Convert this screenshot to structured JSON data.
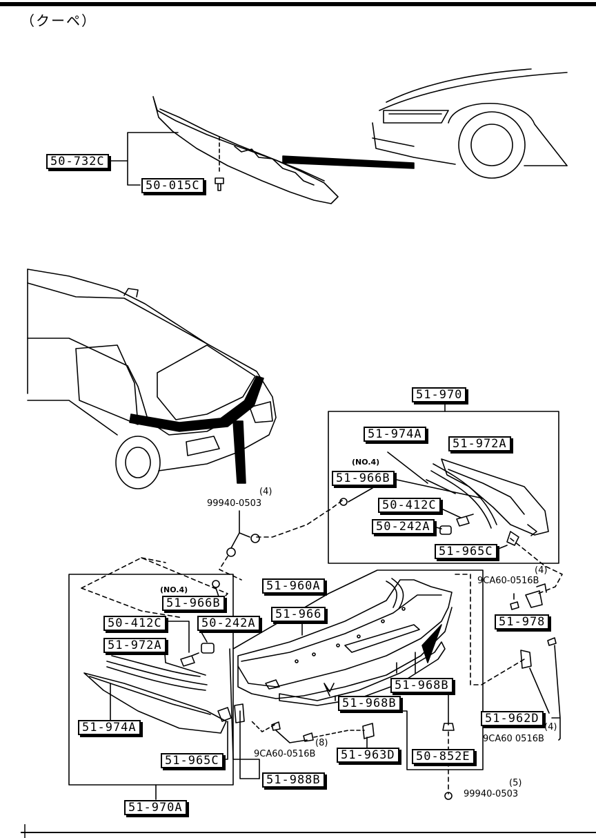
{
  "header": {
    "title": "（クーペ）"
  },
  "parts": {
    "p1": "50-732C",
    "p2": "50-015C",
    "p3": "51-970",
    "p4": "51-974A",
    "p5": "51-972A",
    "p6": "51-966B",
    "p7": "50-412C",
    "p8": "50-242A",
    "p9": "51-965C",
    "p10": "51-960A",
    "p11": "51-966",
    "p12": "51-966B",
    "p13": "50-412C",
    "p14": "50-242A",
    "p15": "51-972A",
    "p16": "51-968B",
    "p17": "51-968B",
    "p18": "51-974A",
    "p19": "51-965C",
    "p20": "51-963D",
    "p21": "50-852E",
    "p22": "51-988B",
    "p23": "51-970A",
    "p24": "51-978",
    "p25": "51-962D"
  },
  "notes": {
    "n1": "(4)",
    "n2": "99940-0503",
    "n3": "(NO.4)",
    "n4": "(NO.4)",
    "n5": "(4)",
    "n6": "9CA60-0516B",
    "n7": "(8)",
    "n8": "9CA60-0516B",
    "n9": "(4)",
    "n10": "9CA60 0516B",
    "n11": "(5)",
    "n12": "99940-0503"
  }
}
